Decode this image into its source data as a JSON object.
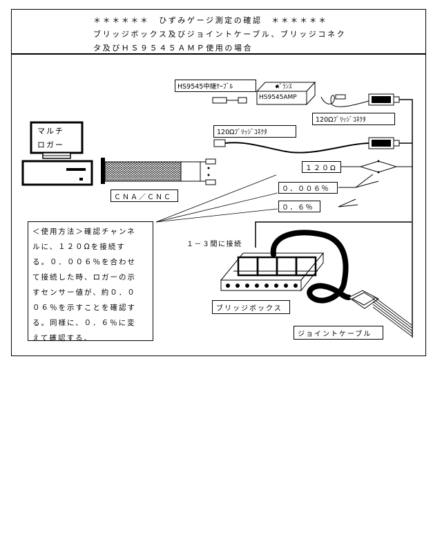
{
  "header": {
    "line1": "＊＊＊＊＊＊　ひずみゲージ測定の確認　＊＊＊＊＊＊",
    "line2": "ブリッジボックス及びジョイントケーブル、ブリッジコネク",
    "line3": "タ及びＨＳ９５４５ＡＭＰ使用の場合"
  },
  "diagram": {
    "multi_logger": {
      "line1": "マルチ",
      "line2": "ロガー"
    },
    "cna_cnc": "ＣＮＡ／ＣＮＣ",
    "relay_cable": "HS9545中継ｹｰﾌﾞﾙ",
    "balance": "ﾊﾞﾗﾝｽ",
    "amp": "HS9545AMP",
    "bridge_connector_top": "120Ωﾌﾞﾘｯｼﾞｺﾈｸﾀ",
    "bridge_connector_mid": "120Ωﾌﾞﾘｯｼﾞｺﾈｸﾀ",
    "r120": "１２０Ω",
    "r0006": "０．００６％",
    "r06": "０．６％",
    "connect_13": "１－３間に接続",
    "bridge_box": "ブリッジボックス",
    "joint_cable": "ジョイントケーブル"
  },
  "note": {
    "lines": [
      "＜使用方法＞確認チャンネ",
      "ルに、１２０Ωを接続す",
      "る。０．００６％を合わせ",
      "て接続した時、ロガーの示",
      "すセンサー値が、約０．０",
      "０６％を示すことを確認す",
      "る。同様に、０．６％に変",
      "えて確認する。"
    ]
  }
}
